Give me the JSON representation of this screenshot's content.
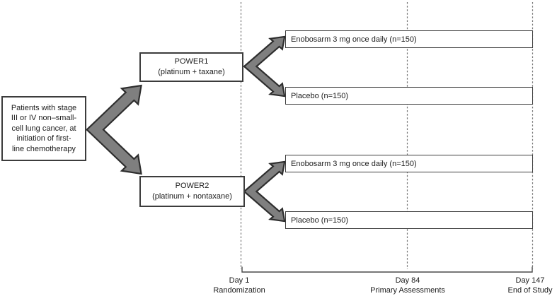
{
  "population_box": {
    "lines": [
      "Patients with stage",
      "III or IV non–small-",
      "cell lung cancer, at",
      "initiation of first-",
      "line chemotherapy"
    ]
  },
  "study_arms": [
    {
      "name": "POWER1",
      "regimen": "(platinum + taxane)"
    },
    {
      "name": "POWER2",
      "regimen": "(platinum + nontaxane)"
    }
  ],
  "treatment_arms": [
    {
      "label": "Enobosarm 3 mg once daily (n=150)"
    },
    {
      "label": "Placebo (n=150)"
    },
    {
      "label": "Enobosarm 3 mg once daily (n=150)"
    },
    {
      "label": "Placebo (n=150)"
    }
  ],
  "timeline": {
    "milestones": [
      {
        "day": "Day 1",
        "label": "Randomization"
      },
      {
        "day": "Day 84",
        "label": "Primary Assessments"
      },
      {
        "day": "Day 147",
        "label": "End of Study"
      }
    ]
  },
  "colors": {
    "arrow_fill": "#7f7f7f",
    "arrow_outline": "#2e2e2e",
    "box_border": "#3c3c3c",
    "dashed_line": "#747474",
    "timeline_axis": "#4a4a4a",
    "text": "#1c1c1c",
    "background": "#ffffff"
  }
}
